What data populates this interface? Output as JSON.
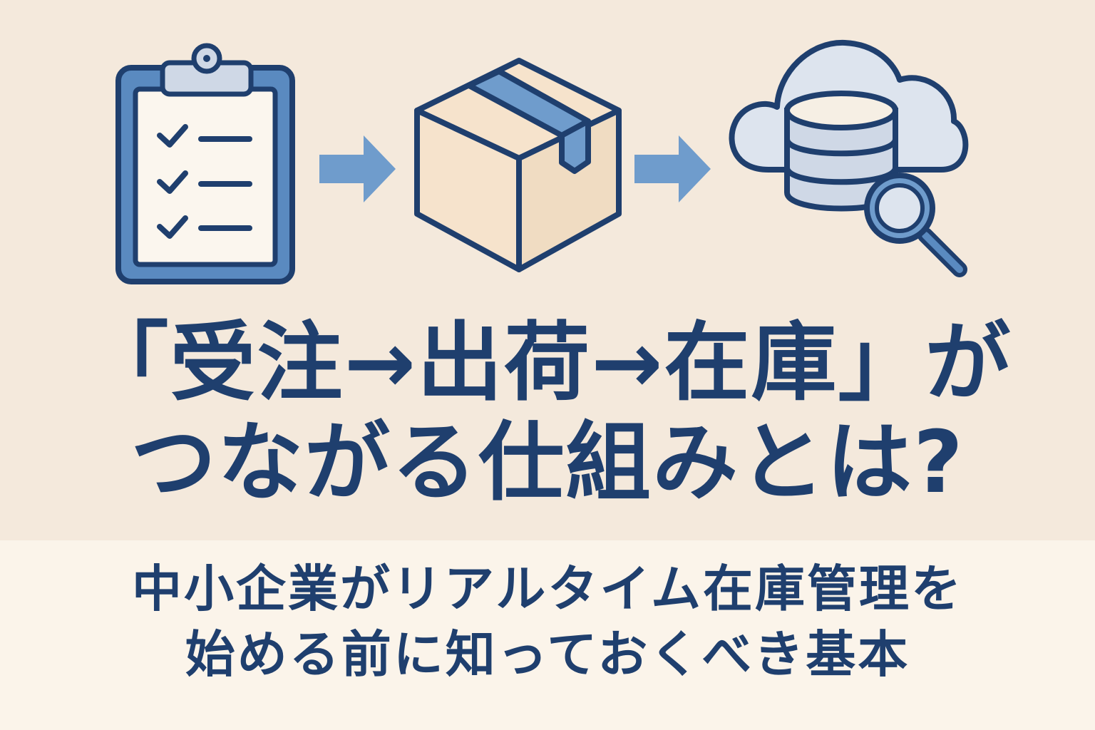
{
  "title": {
    "line1": "「受注→出荷→在庫」が",
    "line2": "つながる仕組みとは?"
  },
  "subtitle": {
    "line1": "中小企業がリアルタイム在庫管理を",
    "line2": "始める前に知っておくべき基本"
  },
  "colors": {
    "background": "#f4e9dc",
    "navy": "#1f3f6e",
    "blue_accent": "#5a8ac0",
    "box_fill": "#f2dcc0",
    "cloud_fill": "#dde4ee"
  },
  "icons": [
    "clipboard-checklist-icon",
    "arrow-right-icon",
    "cardboard-box-icon",
    "arrow-right-icon",
    "cloud-database-search-icon"
  ]
}
